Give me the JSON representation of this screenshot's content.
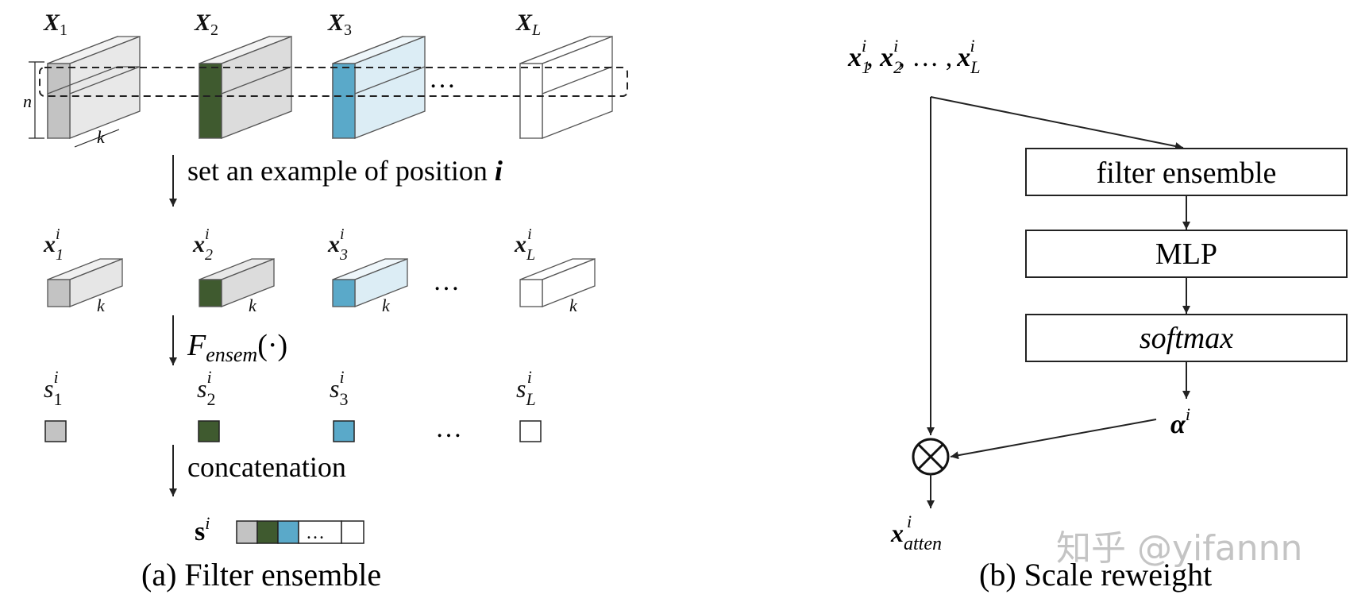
{
  "colors": {
    "gray": "#c3c3c3",
    "gray_light": "#e8e8e8",
    "green": "#3f5a2f",
    "green_light": "#dcdcdc",
    "blue": "#5aa9c9",
    "blue_light": "#dcedf5",
    "white": "#ffffff",
    "stroke": "#222222",
    "watermark": "#bdbdbd"
  },
  "panel_a": {
    "caption": "(a) Filter ensemble",
    "top_symbol": "X",
    "top_subscripts": [
      "1",
      "2",
      "3",
      "L"
    ],
    "dim_n": "n",
    "dim_k": "k",
    "ellipsis": "…",
    "step1_label": "set an example of position ",
    "step1_var": "i",
    "vec_symbol": "x",
    "vec_sup": "i",
    "vec_subscripts": [
      "1",
      "2",
      "3",
      "L"
    ],
    "fn_symbol": "F",
    "fn_subscript": "ensem",
    "fn_args": "(·)",
    "score_symbol": "s",
    "score_sup": "i",
    "score_subscripts": [
      "1",
      "2",
      "3",
      "L"
    ],
    "step3_label": "concatenation",
    "concat_symbol": "s",
    "concat_sup": "i",
    "concat_ellipsis": "…"
  },
  "panel_b": {
    "caption": "(b) Scale reweight",
    "input_label": "x",
    "input_sup": "i",
    "input_subs": [
      "1",
      "2",
      "L"
    ],
    "input_sep": ", … ,",
    "box1": "filter ensemble",
    "box2": "MLP",
    "box3": "softmax",
    "alpha_symbol": "α",
    "alpha_sup": "i",
    "otimes": "⊗",
    "output_symbol": "x",
    "output_sup": "i",
    "output_sub": "atten"
  },
  "watermark": "知乎 @yifannn"
}
